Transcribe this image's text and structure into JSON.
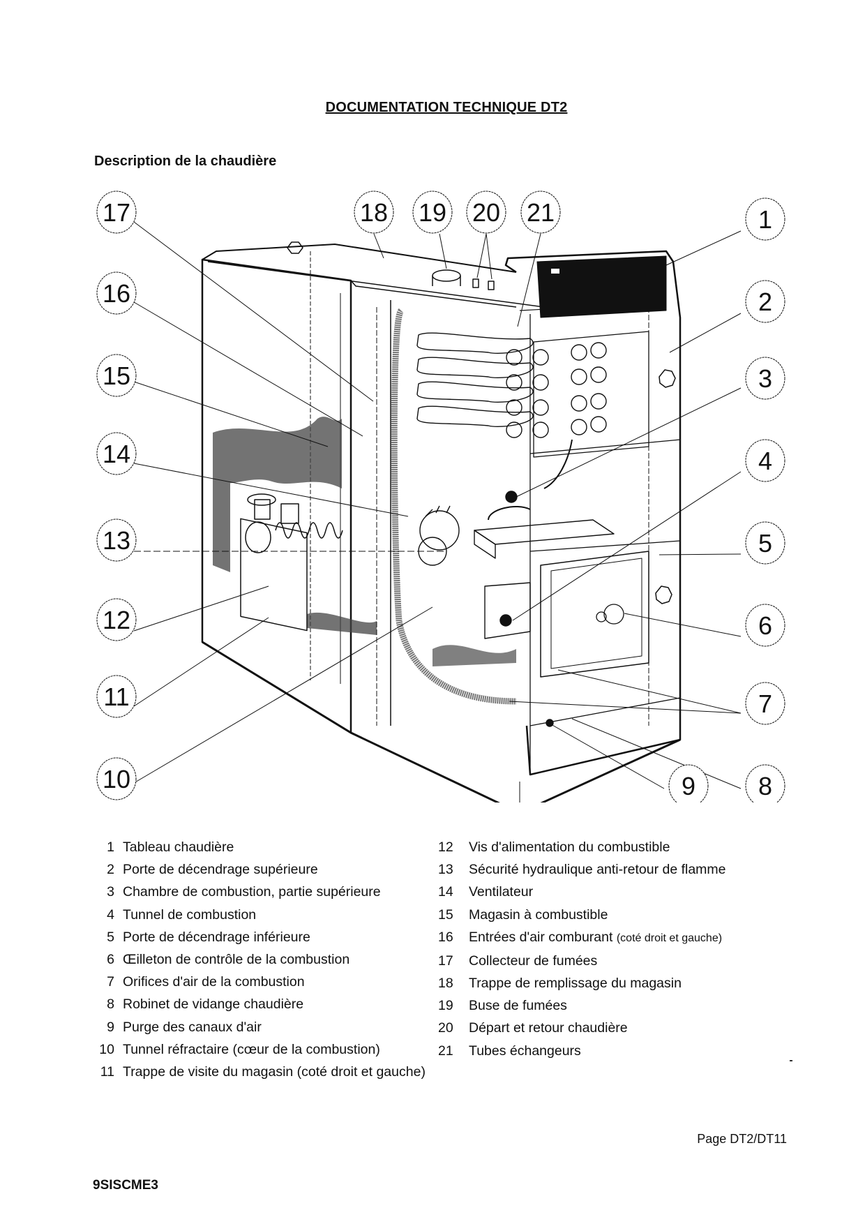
{
  "header": {
    "title": "DOCUMENTATION TECHNIQUE DT2",
    "subtitle": "Description de la chaudière"
  },
  "diagram": {
    "subject": "boiler-cutaway",
    "callouts": [
      "1",
      "2",
      "3",
      "4",
      "5",
      "6",
      "7",
      "8",
      "9",
      "10",
      "11",
      "12",
      "13",
      "14",
      "15",
      "16",
      "17",
      "18",
      "19",
      "20",
      "21"
    ],
    "panel_display": "control-panel"
  },
  "legend": {
    "left": [
      {
        "num": "1",
        "text": "Tableau chaudière"
      },
      {
        "num": "2",
        "text": "Porte de décendrage supérieure"
      },
      {
        "num": "3",
        "text": "Chambre de combustion, partie supérieure"
      },
      {
        "num": "4",
        "text": "Tunnel de combustion"
      },
      {
        "num": "5",
        "text": "Porte de décendrage inférieure"
      },
      {
        "num": "6",
        "text": "Œilleton de contrôle de la combustion"
      },
      {
        "num": "7",
        "text": "Orifices d'air de la combustion"
      },
      {
        "num": "8",
        "text": "Robinet de vidange chaudière"
      },
      {
        "num": "9",
        "text": "Purge des canaux d'air"
      },
      {
        "num": "10",
        "text": "Tunnel réfractaire (cœur de la combustion)"
      },
      {
        "num": "11",
        "text": "Trappe de visite du magasin (coté droit et gauche)"
      }
    ],
    "right": [
      {
        "num": "12",
        "text": "Vis d'alimentation du combustible"
      },
      {
        "num": "13",
        "text": "Sécurité hydraulique anti-retour de flamme"
      },
      {
        "num": "14",
        "text": "Ventilateur"
      },
      {
        "num": "15",
        "text": "Magasin à combustible"
      },
      {
        "num": "16",
        "text": "Entrées d'air comburant",
        "note": "(coté droit et gauche)"
      },
      {
        "num": "17",
        "text": "Collecteur de fumées"
      },
      {
        "num": "18",
        "text": "Trappe de remplissage du magasin"
      },
      {
        "num": "19",
        "text": "Buse de fumées"
      },
      {
        "num": "20",
        "text": "Départ et retour chaudière"
      },
      {
        "num": "21",
        "text": "Tubes échangeurs"
      }
    ]
  },
  "footer": {
    "page": "Page DT2/DT11",
    "code": "9SISCME3"
  }
}
